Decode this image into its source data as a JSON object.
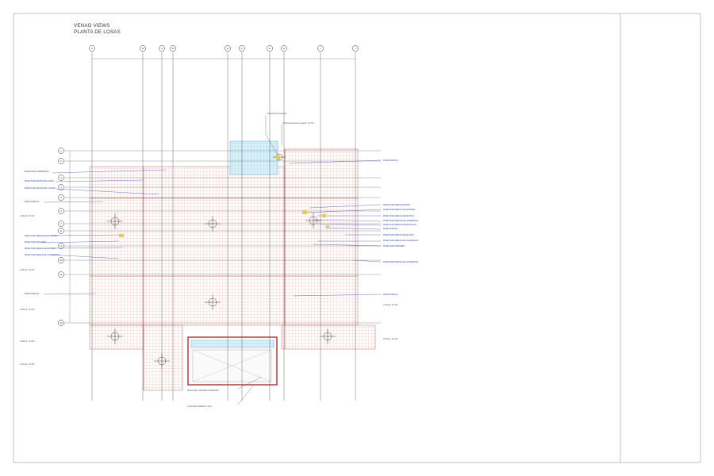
{
  "sheet": {
    "title": "VENAO VIEWS",
    "subtitle": "PLANTA DE LOSAS"
  },
  "colors": {
    "grid_red": "#d98b8b",
    "blue_label": "#2f3fa8",
    "cyan_area": "#8fd0e8",
    "axis_line": "#4a4a4a",
    "frame": "#9a9a9a"
  },
  "axes_top": [
    "A",
    "B",
    "C",
    "D",
    "E",
    "F",
    "G",
    "H",
    "I",
    "J"
  ],
  "axes_left": [
    "1",
    "2",
    "3",
    "4",
    "5",
    "6",
    "7",
    "8",
    "9",
    "10",
    "11",
    "12"
  ],
  "left_notes": {
    "pase_lav": "PASE PARA LAVAMANOS",
    "pase_pileta": "PASE PARA PILETA DE LAVAR",
    "pase_pileta_cocina": "PASE PARA PILETA DE COCINA",
    "pase_ac": "PASE PARA AA",
    "pase_ducha": "PASE PARA DESAGUE DE DUCHA",
    "pase_inodoro": "PASE PARA INODORO",
    "pase_piso": "PASE PARA DESAGUE DE PISO",
    "pase_lav2": "PASE PARA DESAGUE LAVAMANOS",
    "pase_ac2": "PASE PARA AA",
    "losa_1": "LOSA E: 15 CM",
    "losa_2": "LOSA E: 15 CM",
    "losa_3": "LOSA E: 15 CM",
    "losa_4": "LOSA E: 15 CM",
    "losa_5": "LOSA E: 15 CM"
  },
  "right_notes": {
    "n1": "PASE PARA AA",
    "n2": "PASE PARA DESAGUE PMA",
    "n3": "PASE PARA DESAGUE INODORO",
    "n4": "PASE PARA DESAGUE DE PISO",
    "n5": "PASE PARA DESAGUE LAVAMANOS",
    "n6": "PASE PARA DESAGUE DE DUCHA",
    "n7": "PASE PARA AA",
    "n8": "PASE PARA DESAGUE DE PISO",
    "n9": "PASE PARA DESAGUE LAVAMANOS",
    "n10": "PASE PARA INODORO",
    "n11": "PASE PARA DESAGUE LAVAMANOS",
    "n12": "PASE PARA AA",
    "losa_r1": "LOSA E: 15 CM",
    "losa_r2": "LOSA E: 15 CM"
  },
  "top_notes": {
    "t1": "LOSA ESCALONADA",
    "t2": "LOSA para tanque aqua E: 15 CM"
  },
  "bottom_notes": {
    "b1": "MURO DE CONCRETO ARMADO",
    "b2": "LOSA DEL PANELS 1.5cm"
  }
}
